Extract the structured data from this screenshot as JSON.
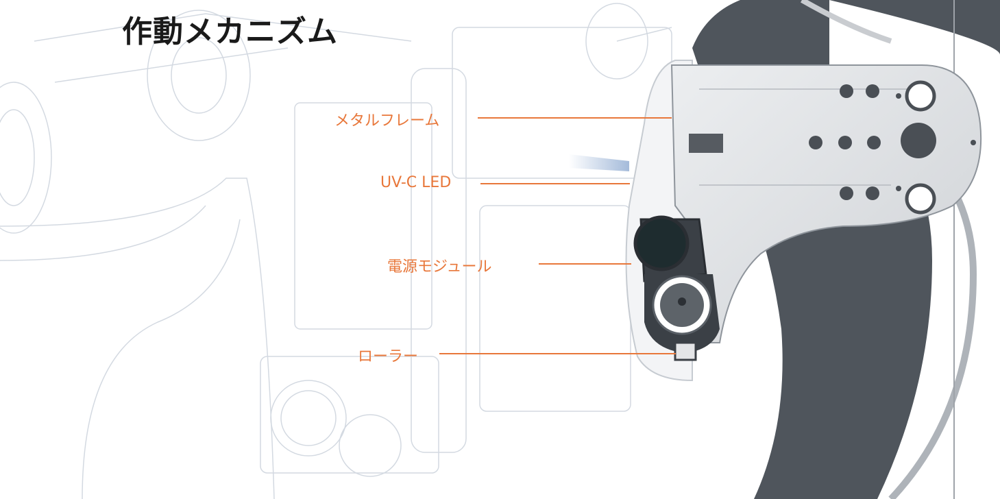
{
  "title": "作動メカニズム",
  "callouts": [
    {
      "label": "メタルフレーム"
    },
    {
      "label": "UV-C LED"
    },
    {
      "label": "電源モジュール"
    },
    {
      "label": "ローラー"
    }
  ],
  "colors": {
    "accent": "#e8773a",
    "title": "#1a1a1a",
    "background": "#ffffff",
    "ring": "#4f555c",
    "frame": "#dedfe1",
    "uv_light": "#9ab3d6"
  }
}
